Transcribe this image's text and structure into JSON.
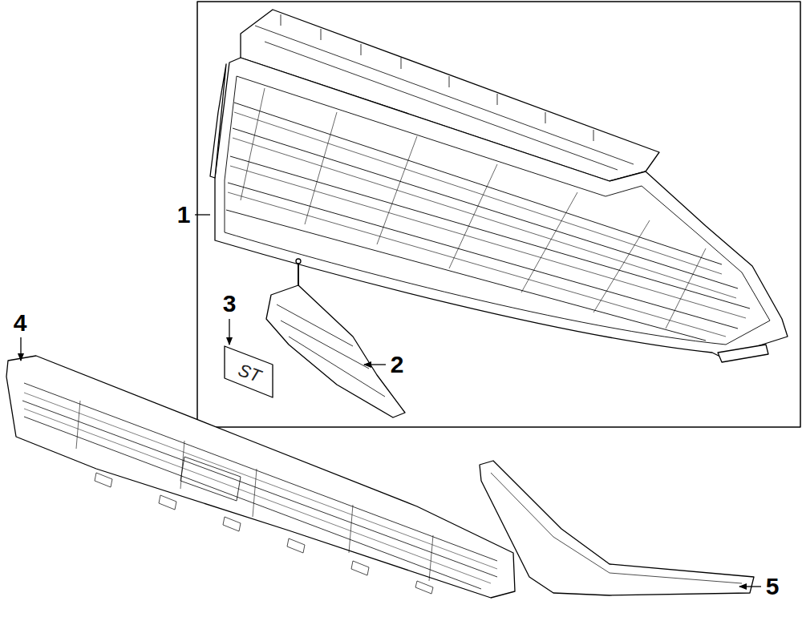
{
  "diagram": {
    "labels": [
      "1",
      "3",
      "ST",
      "2",
      "4",
      "5"
    ]
  }
}
